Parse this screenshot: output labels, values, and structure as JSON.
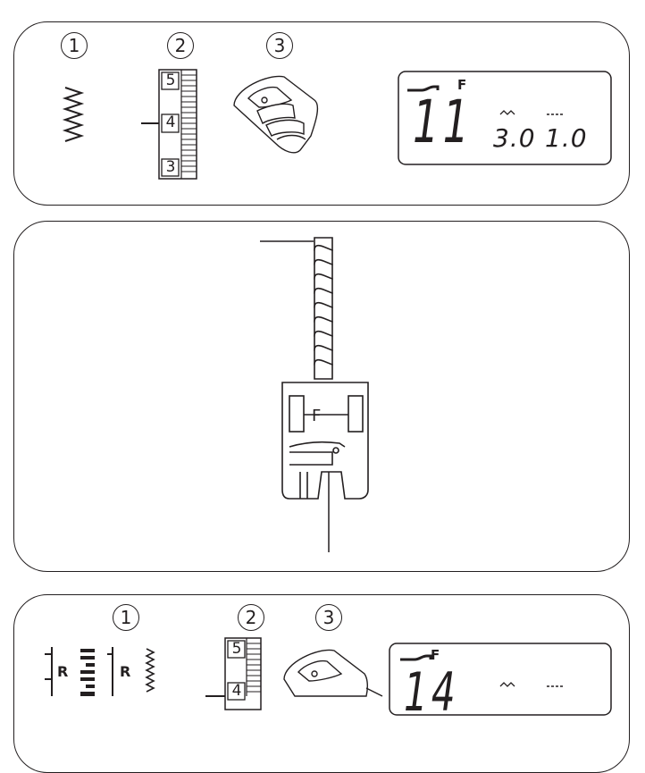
{
  "panel1": {
    "step_numbers": [
      "1",
      "2",
      "3"
    ],
    "tension_dial": [
      "5",
      "4",
      "3"
    ],
    "lcd": {
      "foot_letter": "F",
      "pattern_number": "11",
      "stitch_width": "3.0",
      "stitch_length": "1.0"
    }
  },
  "panel2": {
    "foot_letter": "F"
  },
  "panel3": {
    "step_numbers": [
      "1",
      "2",
      "3"
    ],
    "reverse_label_1": "R",
    "reverse_label_2": "R",
    "tension_dial_visible": [
      "5",
      "4"
    ],
    "lcd": {
      "foot_letter": "F",
      "pattern_number": "14"
    }
  }
}
